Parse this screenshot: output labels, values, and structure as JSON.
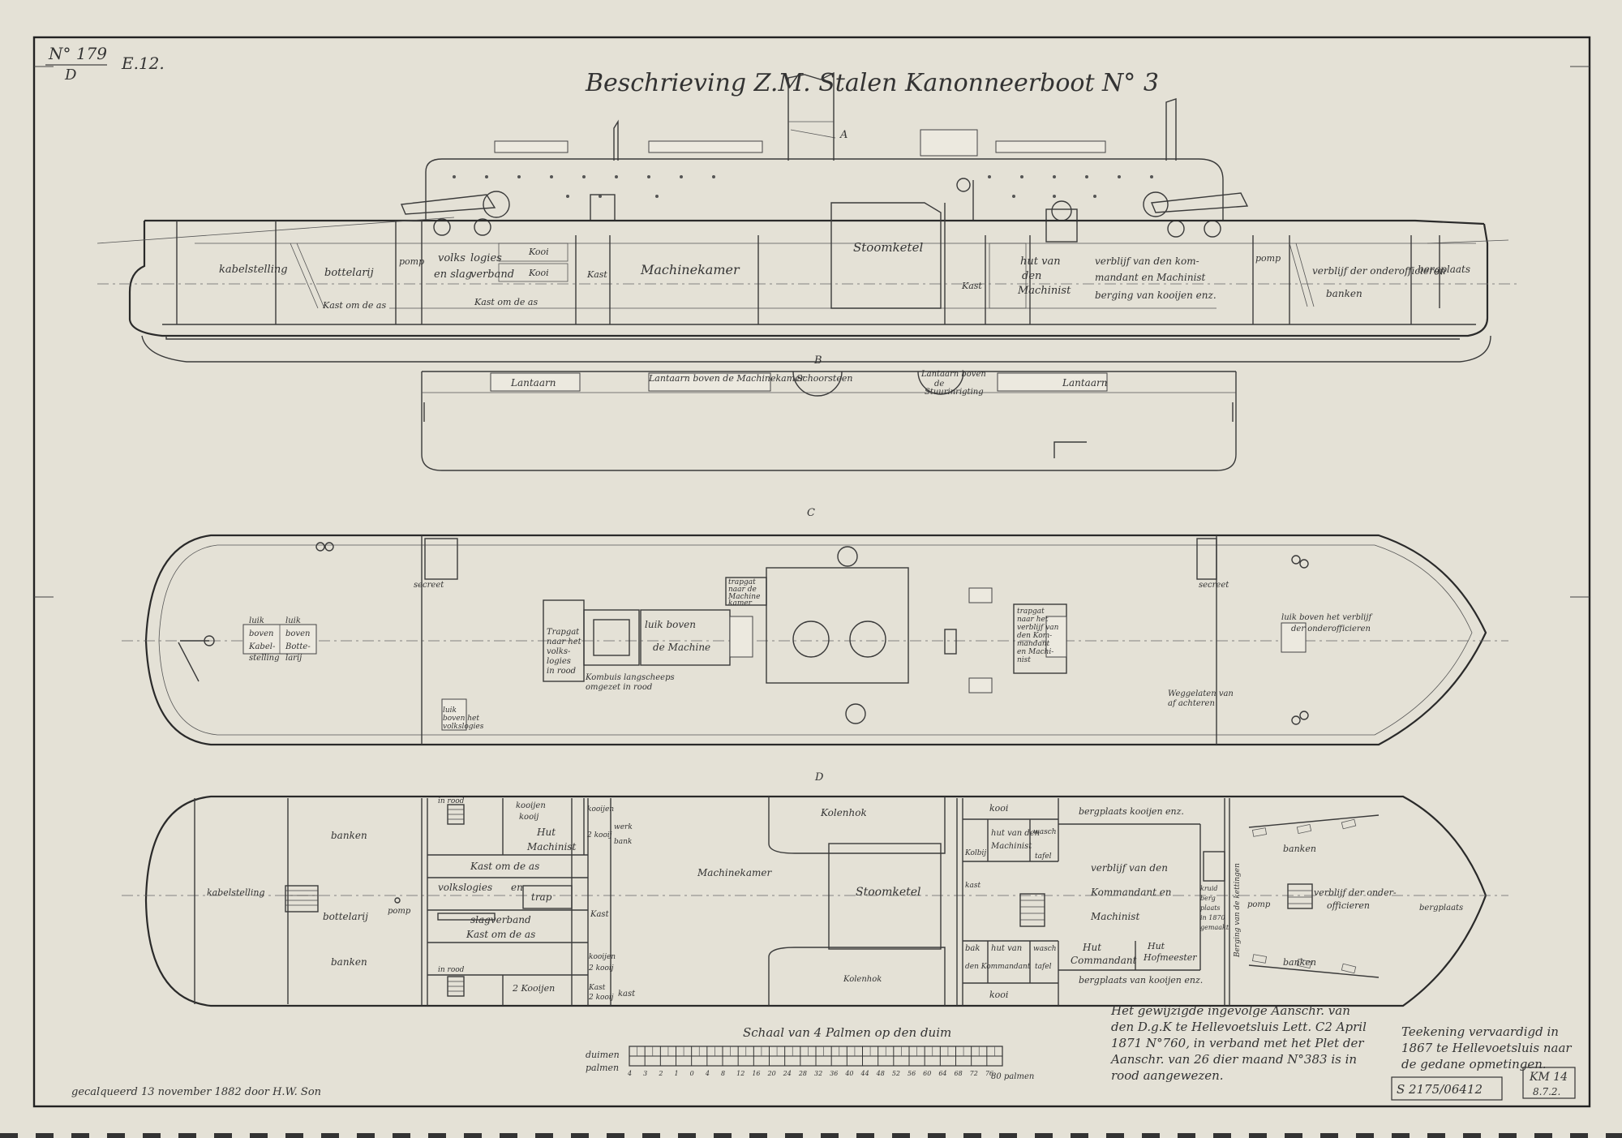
{
  "sheet": {
    "number": "N° 179",
    "number_sub": "D",
    "code": "E.12.",
    "title": "Beschrieving Z.M. Stalen   Kanonneerboot N° 3",
    "signature": "gecalqueerd 13 november 1882 door H.W. Son",
    "archive_stamp": "S 2175/06412",
    "km_stamp": "KM 14",
    "km_stamp_sub": "8.7.2."
  },
  "section_letters": {
    "a": "A",
    "b": "B",
    "c": "C",
    "d": "D"
  },
  "profile_labels": {
    "kabelstelling": "kabelstelling",
    "bottelarij": "bottelarij",
    "kast_om_de_as_1": "Kast om de as",
    "pomp_1": "pomp",
    "volks": "volks",
    "en_slag": "en slag",
    "logies": "logies",
    "verband": "verband",
    "kooi_1": "Kooi",
    "kooi_2": "Kooi",
    "kast_om_de_as_2": "Kast om de as",
    "kast_1": "Kast",
    "machinekamer": "Machinekamer",
    "stoomketel": "Stoomketel",
    "kast_2": "Kast",
    "hut_van": "hut van",
    "den": "den",
    "machinist": "Machinist",
    "verblijf_1": "verblijf van den kom-",
    "verblijf_2": "mandant en Machinist",
    "bergplaats_profile": "berging van kooijen enz.",
    "pomp_2": "pomp",
    "verblijf_onderofficieren": "verblijf der onderofficieren",
    "bergplaats": "bergplaats",
    "banken_profile": "banken"
  },
  "deck_b_labels": {
    "lantaarn_1": "Lantaarn",
    "lantaarn_machine": "Lantaarn boven de Machinekamer",
    "schoorsteen": "Schoorsteen",
    "lantaarn_stuur_1": "Lantaarn boven",
    "lantaarn_stuur_2": "de",
    "lantaarn_stuur_3": "Stuurinrigting",
    "lantaarn_2": "Lantaarn"
  },
  "deck_c_labels": {
    "secreet_1": "secreet",
    "secreet_2": "secreet",
    "luik_1": "luik",
    "boven_1": "boven",
    "kabel": "Kabel-",
    "stelling": "stelling",
    "luik_2": "luik",
    "boven_2": "boven",
    "botte": "Botte-",
    "larij": "larij",
    "trapgat_1": "Trapgat",
    "trapgat_2": "naar het",
    "trapgat_3": "volks-",
    "trapgat_4": "logies",
    "trapgat_5": "in rood",
    "luik_machine_1": "luik boven",
    "luik_machine_2": "de Machine",
    "kombuis_1": "Kombuis langscheeps",
    "kombuis_2": "omgezet in rood",
    "trapgat_machine_1": "trapgat",
    "trapgat_machine_2": "naar de",
    "trapgat_machine_3": "Machine",
    "trapgat_machine_4": "kamer",
    "trapgat_k_1": "trapgat",
    "trapgat_k_2": "naar het",
    "trapgat_k_3": "verblijf van",
    "trapgat_k_4": "den Kom-",
    "trapgat_k_5": "mandant",
    "trapgat_k_6": "en Machi-",
    "trapgat_k_7": "nist",
    "luik_volks_1": "luik",
    "luik_volks_2": "boven het",
    "luik_volks_3": "volkslogies",
    "luik_onder_1": "luik boven het verblijf",
    "luik_onder_2": "der onderofficieren",
    "weggelaten_1": "Weggelaten van",
    "weggelaten_2": "af achteren"
  },
  "deck_d_labels": {
    "banken_1": "banken",
    "banken_2": "banken",
    "kabelstelling": "kabelstelling",
    "bottelarij": "bottelarij",
    "pomp_1": "pomp",
    "in_rood_1": "in rood",
    "in_rood_2": "in rood",
    "kooijen_1": "kooijen",
    "kooij_1": "kooij",
    "kooijen_2": "kooijen",
    "kooij_2": "2 kooij",
    "werk_1": "werk",
    "werk_2": "bank",
    "hut_machinist_1": "Hut",
    "hut_machinist_2": "Machinist",
    "kast_om_de_as_1": "Kast om de as",
    "volkslogies": "volkslogies",
    "en": "en",
    "trap": "trap",
    "slagverband": "slagverband",
    "kast_1": "Kast",
    "kast_om_de_as_2": "Kast om de as",
    "kooijen_3": "kooijen",
    "kooij_3": "2 kooij",
    "kast_2": "Kast",
    "kooij_4": "2 kooij",
    "twee_kooijen": "2 Kooijen",
    "kast_3": "kast",
    "kolenhok_1": "Kolenhok",
    "machinekamer": "Machinekamer",
    "stoomketel": "Stoomketel",
    "kolenhok_2": "Kolenhok",
    "kooi_1": "kooi",
    "hut_van_den": "hut van den",
    "machinist": "Machinist",
    "wasch_1": "wasch",
    "tafel_1": "tafel",
    "kolbi": "Kolbij",
    "kast_4": "kast",
    "verblijf_1": "verblijf van den",
    "verblijf_2": "Kommandant en",
    "verblijf_3": "Machinist",
    "bak": "bak",
    "hut_van": "hut van",
    "den_kommandant": "den Kommandant",
    "wasch_2": "wasch",
    "tafel_2": "tafel",
    "hut_commandant_1": "Hut",
    "hut_commandant_2": "Commandant",
    "hut_hofmeester_1": "Hut",
    "hut_hofmeester_2": "Hofmeester",
    "kooi_2": "kooi",
    "bergplaats_1": "bergplaats kooijen enz.",
    "bergplaats_2": "bergplaats van kooijen enz.",
    "kruid_1": "kruid",
    "kruid_2": "berg",
    "kruid_3": "plaats",
    "kruid_4": "in 1870",
    "kruid_5": "gemaakt",
    "pomp_2": "pomp",
    "bergplaats_ketting": "Berging van de kettingen",
    "verblijf_onder_1": "verblijf der onder-",
    "verblijf_onder_2": "officieren",
    "banken_3": "banken",
    "banken_4": "banken",
    "bergplaats_voor": "bergplaats"
  },
  "scale": {
    "title": "Schaal van 4 Palmen op den duim",
    "row_duimen": "duimen",
    "row_palmen": "palmen",
    "palmen_ticks": [
      "4",
      "3",
      "2",
      "1",
      "0",
      "4",
      "8",
      "12",
      "16",
      "20",
      "24",
      "28",
      "32",
      "36",
      "40",
      "44",
      "48",
      "52",
      "56",
      "60",
      "64",
      "68",
      "72",
      "76",
      "80"
    ],
    "end_label": "80 palmen"
  },
  "notes": {
    "right_note": "Het gewijzigde ingevolge Aanschr. van den D.g.K te Hellevoetsluis Lett. C2 April 1871 N°760, in verband met het Plet der Aanschr. van 26 dier maand N°383 is in rood aangewezen.",
    "far_right_note": "Teekening vervaardigd in 1867 te Hellevoetsluis naar de gedane opmetingen."
  }
}
